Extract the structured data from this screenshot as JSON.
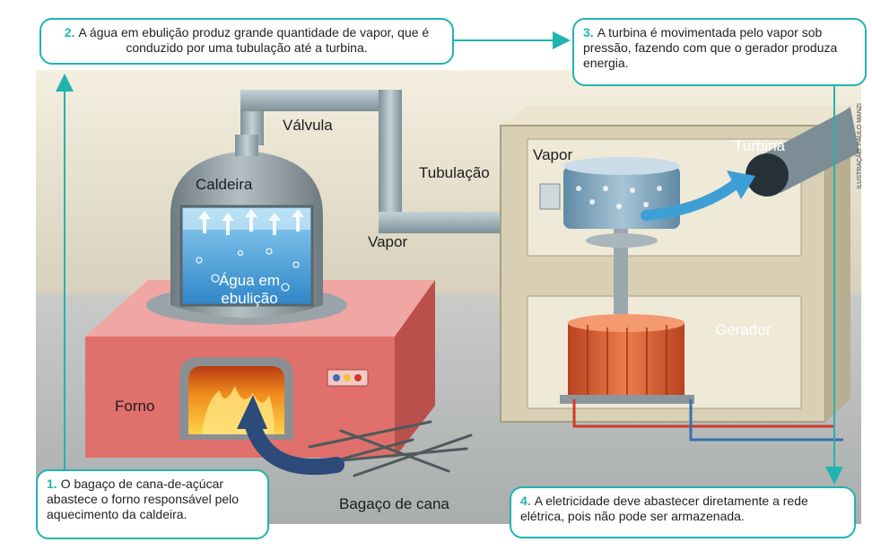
{
  "callouts": {
    "c1": {
      "num": "1.",
      "text": "O bagaço de cana-de-açúcar abastece o forno responsável pelo aquecimento da caldeira."
    },
    "c2": {
      "num": "2.",
      "text": "A água em ebulição produz grande quantidade de vapor, que é conduzido por uma tubulação até a turbina."
    },
    "c3": {
      "num": "3.",
      "text": "A turbina é movimentada pelo vapor sob pressão, fazendo com que o gerador produza energia."
    },
    "c4": {
      "num": "4.",
      "text": "A eletricidade deve abastecer diretamente a rede elétrica, pois não pode ser armazenada."
    }
  },
  "labels": {
    "valvula": "Válvula",
    "caldeira": "Caldeira",
    "tubulacao": "Tubulação",
    "vapor_caldeira": "Vapor",
    "agua": "Água em ebulição",
    "forno": "Forno",
    "bagaco": "Bagaço de cana",
    "vapor_turbina": "Vapor",
    "turbina": "Turbina",
    "gerador": "Gerador"
  },
  "credit": "ILUSTRAÇÃO: PAULO MANZI",
  "colors": {
    "accent": "#22b3b1",
    "furnace": "#e0706b",
    "water": "#4aa8e0",
    "boiler": "#8f9aa0",
    "pipe": "#9fb0b8",
    "box": "#d8cfb4",
    "generator": "#d9562e",
    "wire_red": "#d23a2a",
    "wire_blue": "#3a6fb0"
  }
}
